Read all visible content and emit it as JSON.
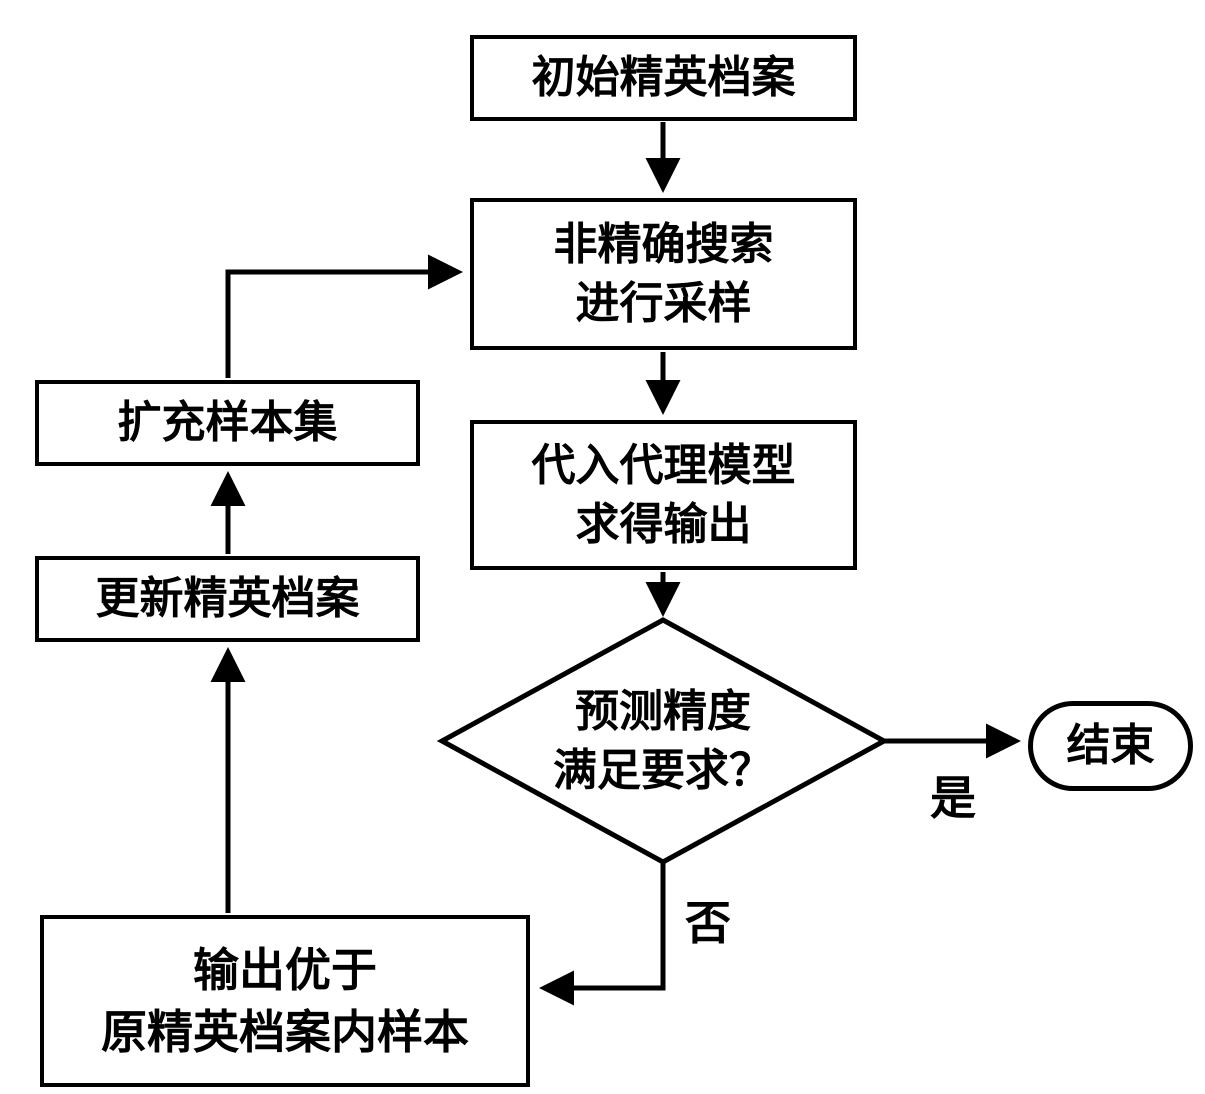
{
  "diagram": {
    "type": "flowchart",
    "language": "zh",
    "colors": {
      "stroke": "#000000",
      "background": "#ffffff",
      "text": "#000000"
    },
    "nodes": {
      "start": {
        "shape": "rectangle",
        "label": "初始精英档案"
      },
      "sample": {
        "shape": "rectangle",
        "label": "非精确搜索\n进行采样"
      },
      "surrogate": {
        "shape": "rectangle",
        "label": "代入代理模型\n求得输出"
      },
      "decision": {
        "shape": "diamond",
        "label": "预测精度\n满足要求？"
      },
      "end": {
        "shape": "stadium",
        "label": "结束"
      },
      "better": {
        "shape": "rectangle",
        "label": "输出优于\n原精英档案内样本"
      },
      "update": {
        "shape": "rectangle",
        "label": "更新精英档案"
      },
      "expand": {
        "shape": "rectangle",
        "label": "扩充样本集"
      }
    },
    "edges": [
      {
        "from": "start",
        "to": "sample"
      },
      {
        "from": "sample",
        "to": "surrogate"
      },
      {
        "from": "surrogate",
        "to": "decision"
      },
      {
        "from": "decision",
        "to": "end",
        "label": "是"
      },
      {
        "from": "decision",
        "to": "better",
        "label": "否"
      },
      {
        "from": "better",
        "to": "update"
      },
      {
        "from": "update",
        "to": "expand"
      },
      {
        "from": "expand",
        "to": "sample"
      }
    ],
    "edge_labels": {
      "yes": "是",
      "no": "否"
    }
  }
}
